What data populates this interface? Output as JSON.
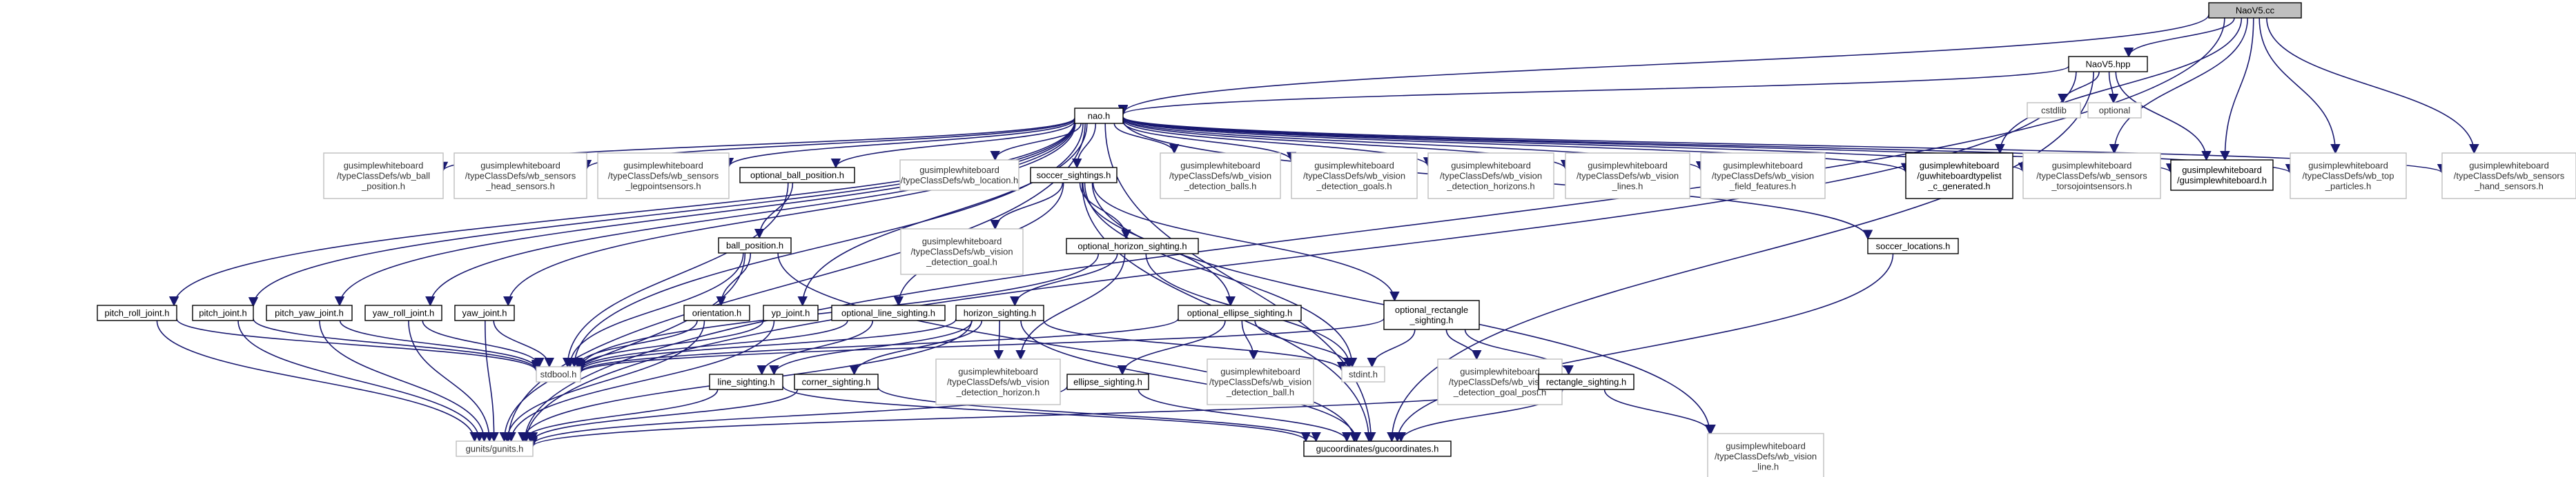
{
  "nodes": {
    "naov5_cc": {
      "lines": [
        "NaoV5.cc"
      ],
      "style": "root"
    },
    "naov5_hpp": {
      "lines": [
        "NaoV5.hpp"
      ],
      "style": "dark"
    },
    "cstdlib": {
      "lines": [
        "cstdlib"
      ],
      "style": "light"
    },
    "optional": {
      "lines": [
        "optional"
      ],
      "style": "light"
    },
    "nao_h": {
      "lines": [
        "nao.h"
      ],
      "style": "dark"
    },
    "wb_ball_position": {
      "lines": [
        "gusimplewhiteboard",
        "/typeClassDefs/wb_ball",
        "_position.h"
      ],
      "style": "light"
    },
    "wb_head_sensors": {
      "lines": [
        "gusimplewhiteboard",
        "/typeClassDefs/wb_sensors",
        "_head_sensors.h"
      ],
      "style": "light"
    },
    "wb_legpointsensors": {
      "lines": [
        "gusimplewhiteboard",
        "/typeClassDefs/wb_sensors",
        "_legpointsensors.h"
      ],
      "style": "light"
    },
    "optional_ball_position": {
      "lines": [
        "optional_ball_position.h"
      ],
      "style": "dark"
    },
    "wb_location": {
      "lines": [
        "gusimplewhiteboard",
        "/typeClassDefs/wb_location.h"
      ],
      "style": "light"
    },
    "soccer_sightings": {
      "lines": [
        "soccer_sightings.h"
      ],
      "style": "dark"
    },
    "wb_vision_detection_balls": {
      "lines": [
        "gusimplewhiteboard",
        "/typeClassDefs/wb_vision",
        "_detection_balls.h"
      ],
      "style": "light"
    },
    "wb_vision_detection_goals": {
      "lines": [
        "gusimplewhiteboard",
        "/typeClassDefs/wb_vision",
        "_detection_goals.h"
      ],
      "style": "light"
    },
    "wb_vision_detection_horizons": {
      "lines": [
        "gusimplewhiteboard",
        "/typeClassDefs/wb_vision",
        "_detection_horizons.h"
      ],
      "style": "light"
    },
    "wb_vision_lines": {
      "lines": [
        "gusimplewhiteboard",
        "/typeClassDefs/wb_vision",
        "_lines.h"
      ],
      "style": "light"
    },
    "wb_vision_field_features": {
      "lines": [
        "gusimplewhiteboard",
        "/typeClassDefs/wb_vision",
        "_field_features.h"
      ],
      "style": "light"
    },
    "guwhiteboardtypelist": {
      "lines": [
        "gusimplewhiteboard",
        "/guwhiteboardtypelist",
        "_c_generated.h"
      ],
      "style": "dark"
    },
    "wb_torsojointsensors": {
      "lines": [
        "gusimplewhiteboard",
        "/typeClassDefs/wb_sensors",
        "_torsojointsensors.h"
      ],
      "style": "light"
    },
    "gusimplewhiteboard_h": {
      "lines": [
        "gusimplewhiteboard",
        "/gusimplewhiteboard.h"
      ],
      "style": "dark"
    },
    "wb_top_particles": {
      "lines": [
        "gusimplewhiteboard",
        "/typeClassDefs/wb_top",
        "_particles.h"
      ],
      "style": "light"
    },
    "wb_hand_sensors": {
      "lines": [
        "gusimplewhiteboard",
        "/typeClassDefs/wb_sensors",
        "_hand_sensors.h"
      ],
      "style": "light"
    },
    "ball_position": {
      "lines": [
        "ball_position.h"
      ],
      "style": "dark"
    },
    "wb_vision_detection_goal": {
      "lines": [
        "gusimplewhiteboard",
        "/typeClassDefs/wb_vision",
        "_detection_goal.h"
      ],
      "style": "light"
    },
    "optional_horizon_sighting": {
      "lines": [
        "optional_horizon_sighting.h"
      ],
      "style": "dark"
    },
    "soccer_locations": {
      "lines": [
        "soccer_locations.h"
      ],
      "style": "dark"
    },
    "pitch_roll_joint": {
      "lines": [
        "pitch_roll_joint.h"
      ],
      "style": "dark"
    },
    "pitch_joint": {
      "lines": [
        "pitch_joint.h"
      ],
      "style": "dark"
    },
    "pitch_yaw_joint": {
      "lines": [
        "pitch_yaw_joint.h"
      ],
      "style": "dark"
    },
    "yaw_roll_joint": {
      "lines": [
        "yaw_roll_joint.h"
      ],
      "style": "dark"
    },
    "yaw_joint": {
      "lines": [
        "yaw_joint.h"
      ],
      "style": "dark"
    },
    "orientation": {
      "lines": [
        "orientation.h"
      ],
      "style": "dark"
    },
    "yp_joint": {
      "lines": [
        "yp_joint.h"
      ],
      "style": "dark"
    },
    "optional_line_sighting": {
      "lines": [
        "optional_line_sighting.h"
      ],
      "style": "dark"
    },
    "horizon_sighting": {
      "lines": [
        "horizon_sighting.h"
      ],
      "style": "dark"
    },
    "optional_ellipse_sighting": {
      "lines": [
        "optional_ellipse_sighting.h"
      ],
      "style": "dark"
    },
    "optional_rectangle_sighting": {
      "lines": [
        "optional_rectangle",
        "_sighting.h"
      ],
      "style": "dark"
    },
    "stdbool": {
      "lines": [
        "stdbool.h"
      ],
      "style": "light"
    },
    "wb_vision_detection_horizon": {
      "lines": [
        "gusimplewhiteboard",
        "/typeClassDefs/wb_vision",
        "_detection_horizon.h"
      ],
      "style": "light"
    },
    "wb_vision_detection_ball": {
      "lines": [
        "gusimplewhiteboard",
        "/typeClassDefs/wb_vision",
        "_detection_ball.h"
      ],
      "style": "light"
    },
    "stdint": {
      "lines": [
        "stdint.h"
      ],
      "style": "light"
    },
    "wb_vision_detection_goal_post": {
      "lines": [
        "gusimplewhiteboard",
        "/typeClassDefs/wb_vision",
        "_detection_goal_post.h"
      ],
      "style": "light"
    },
    "line_sighting": {
      "lines": [
        "line_sighting.h"
      ],
      "style": "dark"
    },
    "corner_sighting": {
      "lines": [
        "corner_sighting.h"
      ],
      "style": "dark"
    },
    "ellipse_sighting": {
      "lines": [
        "ellipse_sighting.h"
      ],
      "style": "dark"
    },
    "rectangle_sighting": {
      "lines": [
        "rectangle_sighting.h"
      ],
      "style": "dark"
    },
    "gunits": {
      "lines": [
        "gunits/gunits.h"
      ],
      "style": "light"
    },
    "gucoordinates": {
      "lines": [
        "gucoordinates/gucoordinates.h"
      ],
      "style": "dark"
    },
    "wb_vision_line": {
      "lines": [
        "gusimplewhiteboard",
        "/typeClassDefs/wb_vision",
        "_line.h"
      ],
      "style": "light"
    }
  },
  "edges": [
    [
      "naov5_cc",
      "naov5_hpp"
    ],
    [
      "naov5_cc",
      "nao_h"
    ],
    [
      "naov5_cc",
      "guwhiteboardtypelist"
    ],
    [
      "naov5_cc",
      "wb_torsojointsensors"
    ],
    [
      "naov5_cc",
      "gusimplewhiteboard_h"
    ],
    [
      "naov5_cc",
      "wb_top_particles"
    ],
    [
      "naov5_cc",
      "wb_hand_sensors"
    ],
    [
      "naov5_cc",
      "gunits"
    ],
    [
      "naov5_hpp",
      "cstdlib"
    ],
    [
      "naov5_hpp",
      "optional"
    ],
    [
      "naov5_hpp",
      "nao_h"
    ],
    [
      "naov5_hpp",
      "gusimplewhiteboard_h"
    ],
    [
      "naov5_hpp",
      "gucoordinates"
    ],
    [
      "naov5_hpp",
      "gunits"
    ],
    [
      "nao_h",
      "wb_ball_position"
    ],
    [
      "nao_h",
      "wb_head_sensors"
    ],
    [
      "nao_h",
      "wb_legpointsensors"
    ],
    [
      "nao_h",
      "optional_ball_position"
    ],
    [
      "nao_h",
      "wb_location"
    ],
    [
      "nao_h",
      "soccer_sightings"
    ],
    [
      "nao_h",
      "wb_vision_detection_balls"
    ],
    [
      "nao_h",
      "wb_vision_detection_goals"
    ],
    [
      "nao_h",
      "wb_vision_detection_horizons"
    ],
    [
      "nao_h",
      "wb_vision_lines"
    ],
    [
      "nao_h",
      "wb_vision_field_features"
    ],
    [
      "nao_h",
      "guwhiteboardtypelist"
    ],
    [
      "nao_h",
      "wb_torsojointsensors"
    ],
    [
      "nao_h",
      "gusimplewhiteboard_h"
    ],
    [
      "nao_h",
      "wb_top_particles"
    ],
    [
      "nao_h",
      "wb_hand_sensors"
    ],
    [
      "nao_h",
      "soccer_locations"
    ],
    [
      "nao_h",
      "pitch_roll_joint"
    ],
    [
      "nao_h",
      "pitch_joint"
    ],
    [
      "nao_h",
      "pitch_yaw_joint"
    ],
    [
      "nao_h",
      "yaw_roll_joint"
    ],
    [
      "nao_h",
      "yaw_joint"
    ],
    [
      "nao_h",
      "yp_joint"
    ],
    [
      "nao_h",
      "stdbool"
    ],
    [
      "nao_h",
      "gunits"
    ],
    [
      "nao_h",
      "gucoordinates"
    ],
    [
      "optional_ball_position",
      "ball_position"
    ],
    [
      "optional_ball_position",
      "stdbool"
    ],
    [
      "ball_position",
      "orientation"
    ],
    [
      "ball_position",
      "stdbool"
    ],
    [
      "ball_position",
      "gucoordinates"
    ],
    [
      "ball_position",
      "gunits"
    ],
    [
      "soccer_sightings",
      "wb_vision_detection_goal"
    ],
    [
      "soccer_sightings",
      "optional_horizon_sighting"
    ],
    [
      "soccer_sightings",
      "optional_line_sighting"
    ],
    [
      "soccer_sightings",
      "optional_ellipse_sighting"
    ],
    [
      "soccer_sightings",
      "optional_rectangle_sighting"
    ],
    [
      "soccer_sightings",
      "stdint"
    ],
    [
      "soccer_sightings",
      "gucoordinates"
    ],
    [
      "soccer_sightings",
      "wb_vision_line"
    ],
    [
      "optional_horizon_sighting",
      "horizon_sighting"
    ],
    [
      "optional_horizon_sighting",
      "stdbool"
    ],
    [
      "optional_horizon_sighting",
      "stdint"
    ],
    [
      "optional_horizon_sighting",
      "wb_vision_detection_horizon"
    ],
    [
      "soccer_locations",
      "gucoordinates"
    ],
    [
      "pitch_roll_joint",
      "stdbool"
    ],
    [
      "pitch_roll_joint",
      "gunits"
    ],
    [
      "pitch_joint",
      "stdbool"
    ],
    [
      "pitch_joint",
      "gunits"
    ],
    [
      "pitch_yaw_joint",
      "stdbool"
    ],
    [
      "pitch_yaw_joint",
      "gunits"
    ],
    [
      "yaw_roll_joint",
      "stdbool"
    ],
    [
      "yaw_roll_joint",
      "gunits"
    ],
    [
      "yaw_joint",
      "stdbool"
    ],
    [
      "yaw_joint",
      "gunits"
    ],
    [
      "orientation",
      "stdbool"
    ],
    [
      "orientation",
      "gunits"
    ],
    [
      "yp_joint",
      "stdbool"
    ],
    [
      "yp_joint",
      "gunits"
    ],
    [
      "optional_line_sighting",
      "line_sighting"
    ],
    [
      "optional_line_sighting",
      "stdbool"
    ],
    [
      "horizon_sighting",
      "stdbool"
    ],
    [
      "horizon_sighting",
      "wb_vision_detection_horizon"
    ],
    [
      "horizon_sighting",
      "line_sighting"
    ],
    [
      "horizon_sighting",
      "corner_sighting"
    ],
    [
      "horizon_sighting",
      "stdint"
    ],
    [
      "horizon_sighting",
      "gucoordinates"
    ],
    [
      "horizon_sighting",
      "gunits"
    ],
    [
      "optional_ellipse_sighting",
      "ellipse_sighting"
    ],
    [
      "optional_ellipse_sighting",
      "stdbool"
    ],
    [
      "optional_ellipse_sighting",
      "wb_vision_detection_ball"
    ],
    [
      "optional_ellipse_sighting",
      "stdint"
    ],
    [
      "optional_rectangle_sighting",
      "rectangle_sighting"
    ],
    [
      "optional_rectangle_sighting",
      "stdint"
    ],
    [
      "optional_rectangle_sighting",
      "wb_vision_detection_goal_post"
    ],
    [
      "optional_rectangle_sighting",
      "stdbool"
    ],
    [
      "line_sighting",
      "gunits"
    ],
    [
      "line_sighting",
      "gucoordinates"
    ],
    [
      "corner_sighting",
      "gunits"
    ],
    [
      "corner_sighting",
      "gucoordinates"
    ],
    [
      "ellipse_sighting",
      "gunits"
    ],
    [
      "ellipse_sighting",
      "gucoordinates"
    ],
    [
      "rectangle_sighting",
      "gunits"
    ],
    [
      "rectangle_sighting",
      "gucoordinates"
    ],
    [
      "rectangle_sighting",
      "wb_vision_line"
    ]
  ]
}
